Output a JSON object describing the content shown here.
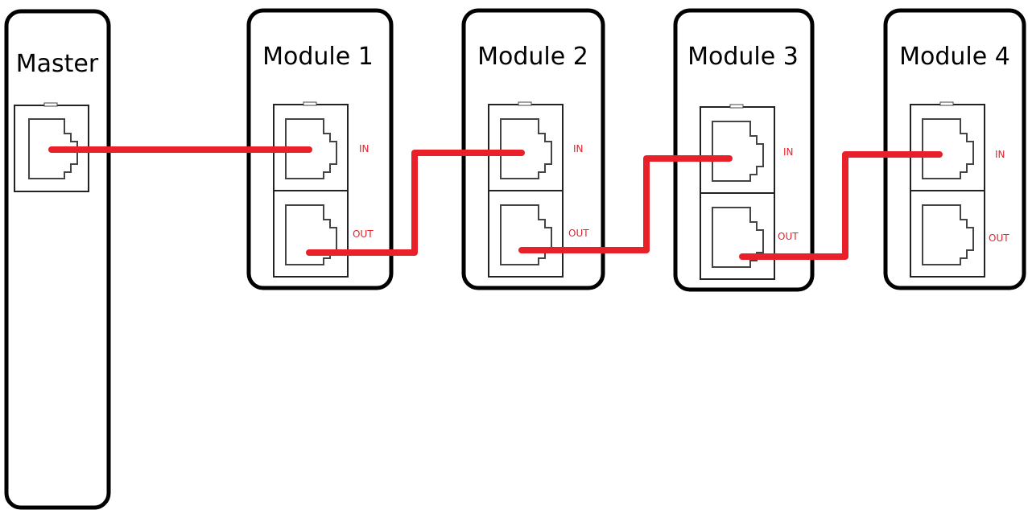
{
  "master": {
    "label": "Master"
  },
  "modules": [
    {
      "label": "Module 1",
      "in_label": "IN",
      "out_label": "OUT"
    },
    {
      "label": "Module 2",
      "in_label": "IN",
      "out_label": "OUT"
    },
    {
      "label": "Module 3",
      "in_label": "IN",
      "out_label": "OUT"
    },
    {
      "label": "Module 4",
      "in_label": "IN",
      "out_label": "OUT"
    }
  ],
  "colors": {
    "cable": "#e8202a",
    "port_label": "#e8202a",
    "outline": "#000000"
  }
}
